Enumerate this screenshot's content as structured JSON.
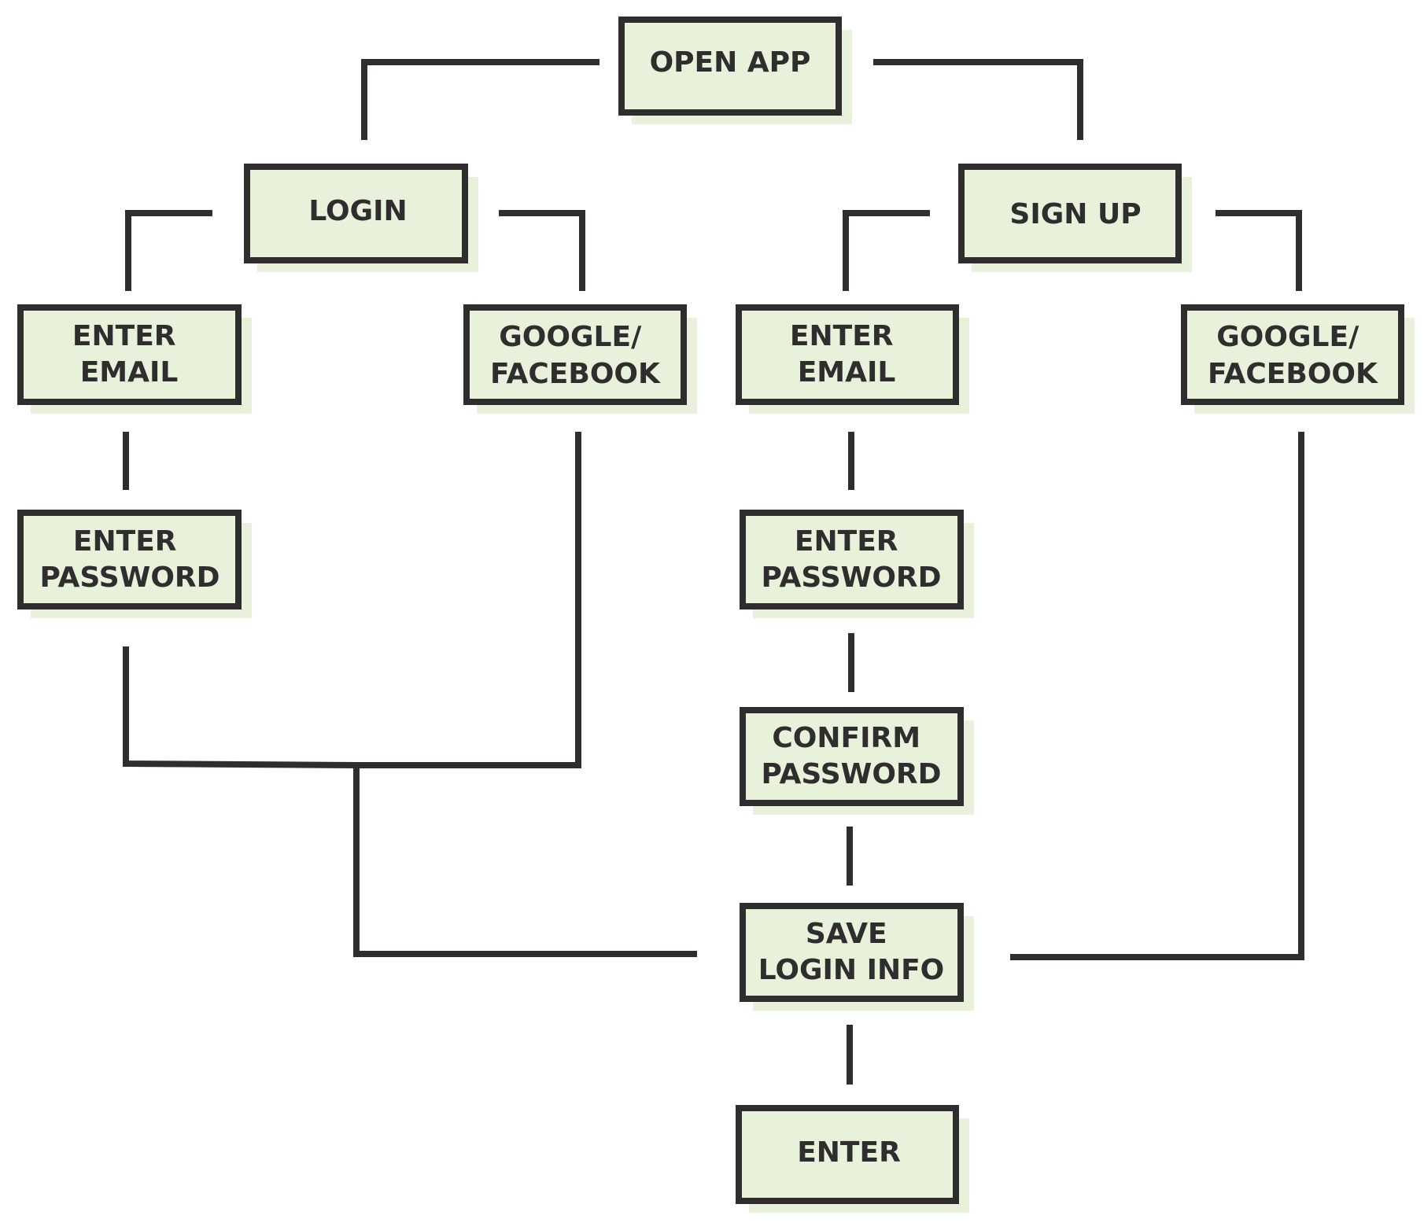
{
  "nodes": {
    "open_app": {
      "lines": [
        "OPEN APP"
      ]
    },
    "login": {
      "lines": [
        "LOGIN"
      ]
    },
    "sign_up": {
      "lines": [
        "SIGN UP"
      ]
    },
    "login_enter_email": {
      "lines": [
        "ENTER",
        "EMAIL"
      ]
    },
    "login_google_facebook": {
      "lines": [
        "GOOGLE/",
        "FACEBOOK"
      ]
    },
    "signup_enter_email": {
      "lines": [
        "ENTER",
        "EMAIL"
      ]
    },
    "signup_google_facebook": {
      "lines": [
        "GOOGLE/",
        "FACEBOOK"
      ]
    },
    "login_enter_password": {
      "lines": [
        "ENTER",
        "PASSWORD"
      ]
    },
    "signup_enter_password": {
      "lines": [
        "ENTER",
        "PASSWORD"
      ]
    },
    "confirm_password": {
      "lines": [
        "CONFIRM",
        "PASSWORD"
      ]
    },
    "save_login_info": {
      "lines": [
        "SAVE",
        "LOGIN INFO"
      ]
    },
    "enter": {
      "lines": [
        "ENTER"
      ]
    }
  },
  "edges": [
    {
      "from": "open_app",
      "to": "login"
    },
    {
      "from": "open_app",
      "to": "sign_up"
    },
    {
      "from": "login",
      "to": "login_enter_email"
    },
    {
      "from": "login",
      "to": "login_google_facebook"
    },
    {
      "from": "sign_up",
      "to": "signup_enter_email"
    },
    {
      "from": "sign_up",
      "to": "signup_google_facebook"
    },
    {
      "from": "login_enter_email",
      "to": "login_enter_password"
    },
    {
      "from": "signup_enter_email",
      "to": "signup_enter_password"
    },
    {
      "from": "signup_enter_password",
      "to": "confirm_password"
    },
    {
      "from": "confirm_password",
      "to": "save_login_info"
    },
    {
      "from": "login_enter_password",
      "to": "save_login_info"
    },
    {
      "from": "login_google_facebook",
      "to": "save_login_info"
    },
    {
      "from": "signup_google_facebook",
      "to": "save_login_info"
    },
    {
      "from": "save_login_info",
      "to": "enter"
    }
  ],
  "colors": {
    "box_fill": "#e8f2da",
    "stroke": "#2f2d2e",
    "text": "#2f2d2e"
  }
}
